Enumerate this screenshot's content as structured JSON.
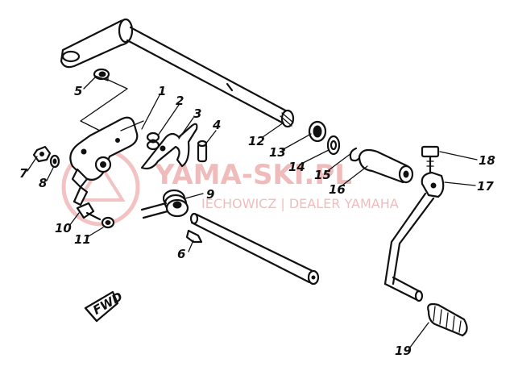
{
  "watermark": {
    "brand": "YAMA-SKI.PL",
    "dealer": "IECHOWICZ | DEALER YAMAHA",
    "color": "#e06a6a"
  },
  "fwd_label": "FWD",
  "callouts": [
    {
      "id": "c1",
      "label": "1"
    },
    {
      "id": "c2",
      "label": "2"
    },
    {
      "id": "c3",
      "label": "3"
    },
    {
      "id": "c4",
      "label": "4"
    },
    {
      "id": "c5",
      "label": "5"
    },
    {
      "id": "c6",
      "label": "6"
    },
    {
      "id": "c7",
      "label": "7"
    },
    {
      "id": "c8",
      "label": "8"
    },
    {
      "id": "c9",
      "label": "9"
    },
    {
      "id": "c10",
      "label": "10"
    },
    {
      "id": "c11",
      "label": "11"
    },
    {
      "id": "c12",
      "label": "12"
    },
    {
      "id": "c13",
      "label": "13"
    },
    {
      "id": "c14",
      "label": "14"
    },
    {
      "id": "c15",
      "label": "15"
    },
    {
      "id": "c16",
      "label": "16"
    },
    {
      "id": "c17",
      "label": "17"
    },
    {
      "id": "c18",
      "label": "18"
    },
    {
      "id": "c19",
      "label": "19"
    }
  ]
}
